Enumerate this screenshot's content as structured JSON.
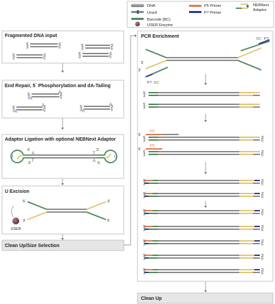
{
  "legend": {
    "dna": "DNA",
    "uracil": "Uracil",
    "barcode": "Barcode (BC)",
    "user_enzyme": "USER Enzyme",
    "p5": "P5 Primer",
    "p7": "P7 Primer",
    "adaptor": "NEBNext Adaptor"
  },
  "steps": {
    "fragmented": "Fragmented DNA input",
    "end_repair": "End Repair, 5´ Phosphorylation and dA-Tailing",
    "ligation": "Adaptor Ligation with optional NEBNext Adaptor",
    "u_excision": "U Excision",
    "cleanup_size": "Clean Up/Size Selection",
    "pcr": "PCR Enrichment",
    "cleanup": "Clean Up"
  },
  "labels": {
    "five": "5´",
    "three": "3´",
    "A": "A",
    "T": "T",
    "U": "U",
    "BC": "BC",
    "P7": "P7",
    "P5": "P5",
    "user": "USER"
  },
  "colors": {
    "dna": "#8c8c8c",
    "dna_dark": "#4a4a4a",
    "uracil_blue": "#2f5f9e",
    "barcode": "#4f8a5b",
    "adaptor_yellow": "#e3c57a",
    "p5": "#e07b57",
    "p7": "#2f3f8f",
    "user_enzyme": "#6a3a44"
  }
}
